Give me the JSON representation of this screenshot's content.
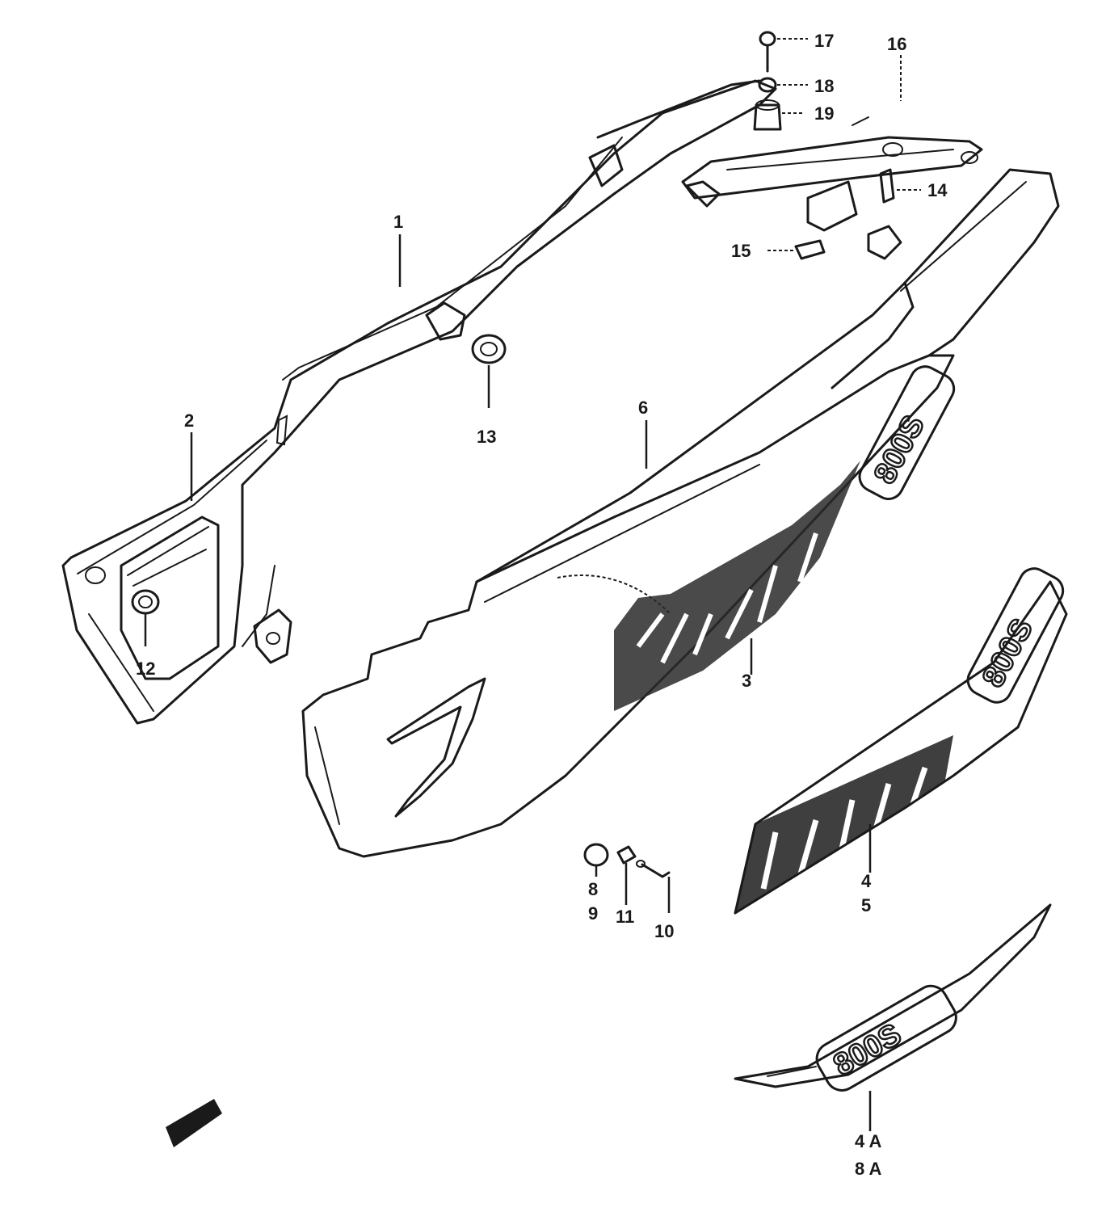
{
  "diagram": {
    "callouts": {
      "c1": "1",
      "c2": "2",
      "c3": "3",
      "c4": "4",
      "c5": "5",
      "c6": "6",
      "c8": "8",
      "c9": "9",
      "c10": "10",
      "c11": "11",
      "c12": "12",
      "c13": "13",
      "c14": "14",
      "c15": "15",
      "c16": "16",
      "c17": "17",
      "c18": "18",
      "c19": "19",
      "c4a": "4 A",
      "c8a": "8 A"
    },
    "emblems": {
      "upper": "800S",
      "middle": "800S",
      "lower": "800S"
    }
  }
}
